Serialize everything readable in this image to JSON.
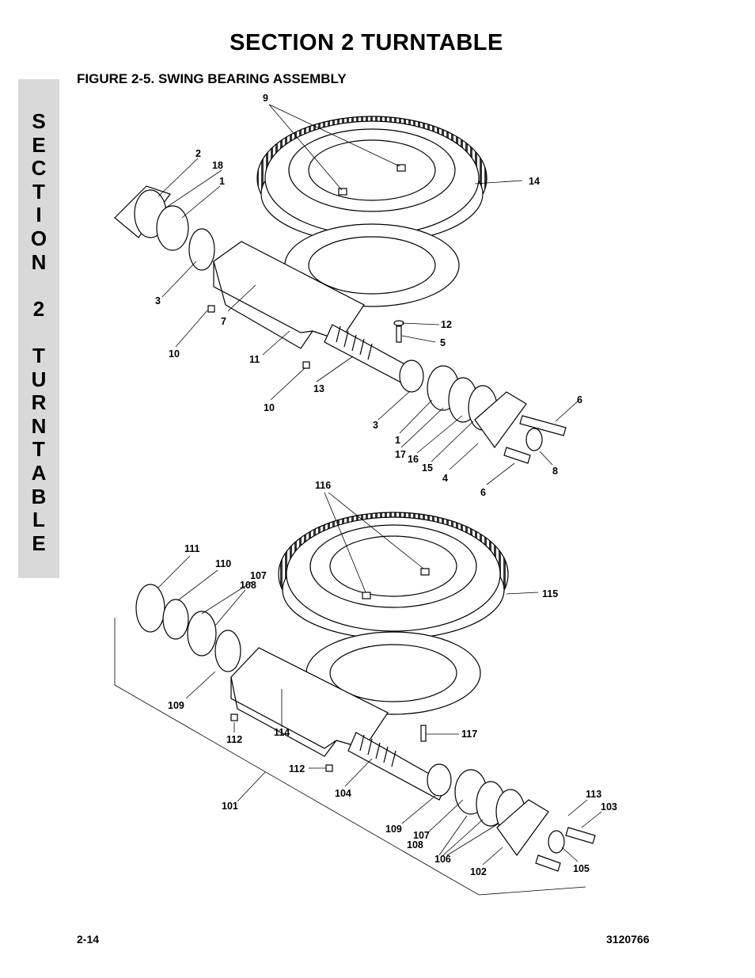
{
  "page": {
    "section_title": "SECTION 2  TURNTABLE",
    "side_tab_letters": [
      "S",
      "E",
      "C",
      "T",
      "I",
      "O",
      "N",
      "",
      "2",
      "",
      "T",
      "U",
      "R",
      "N",
      "T",
      "A",
      "B",
      "L",
      "E"
    ],
    "figure_caption": "FIGURE 2-5.    SWING BEARING ASSEMBLY",
    "page_number": "2-14",
    "document_number": "3120766"
  },
  "callouts": {
    "upper": [
      "9",
      "2",
      "18",
      "1",
      "14",
      "3",
      "7",
      "10",
      "11",
      "12",
      "5",
      "13",
      "10",
      "3",
      "1",
      "17",
      "16",
      "15",
      "4",
      "6",
      "8",
      "6"
    ],
    "lower": [
      "116",
      "111",
      "110",
      "107",
      "108",
      "115",
      "109",
      "112",
      "114",
      "117",
      "112",
      "104",
      "101",
      "109",
      "107",
      "108",
      "106",
      "102",
      "113",
      "103",
      "105"
    ]
  }
}
